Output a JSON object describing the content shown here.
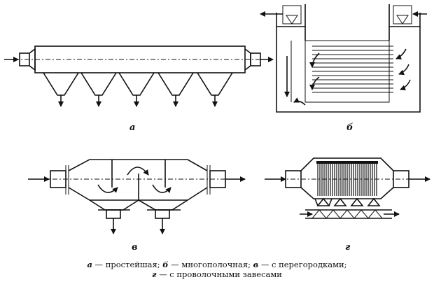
{
  "panels": [
    {
      "letter": "а",
      "name": "simplest"
    },
    {
      "letter": "б",
      "name": "multi-shelf"
    },
    {
      "letter": "в",
      "name": "with-partitions"
    },
    {
      "letter": "г",
      "name": "with-wire-curtains"
    }
  ],
  "caption": {
    "line1_a": "а",
    "line1_a_text": " — простейшая; ",
    "line1_b": "б",
    "line1_b_text": " — многополочная; ",
    "line1_c": "в",
    "line1_c_text": " — с перегородками;",
    "line2_d": "г",
    "line2_d_text": " — с проволочными завесами"
  }
}
